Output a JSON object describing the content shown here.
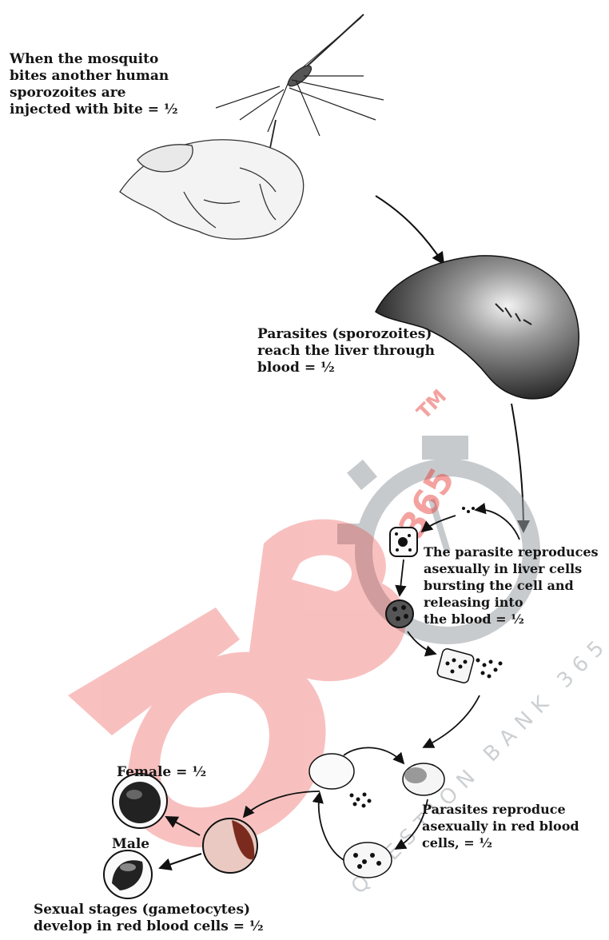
{
  "labels": {
    "bite": {
      "lines": [
        "When the mosquito",
        "bites another human",
        "sporozoites are",
        "injected with bite = ½"
      ]
    },
    "liver": {
      "lines": [
        "Parasites (sporozoites)",
        "reach the liver through",
        "blood = ½"
      ]
    },
    "liver_cells": {
      "lines": [
        "The parasite reproduces",
        "asexually in liver cells",
        "bursting the cell and",
        "releasing into",
        "the blood = ½"
      ]
    },
    "rbc": {
      "lines": [
        "Parasites reproduce",
        "asexually in red blood",
        "cells, = ½"
      ]
    },
    "female": "Female = ½",
    "male": "Male",
    "gametocytes": {
      "lines": [
        "Sexual stages (gametocytes)",
        "develop in red blood cells = ½"
      ]
    }
  },
  "watermark": {
    "logo_text": "QB",
    "number": "365",
    "tm": "TM",
    "arc_text": "QUESTION BANK 365",
    "colors": {
      "red": "#e8322f",
      "gray": "#9aa0a6"
    }
  }
}
